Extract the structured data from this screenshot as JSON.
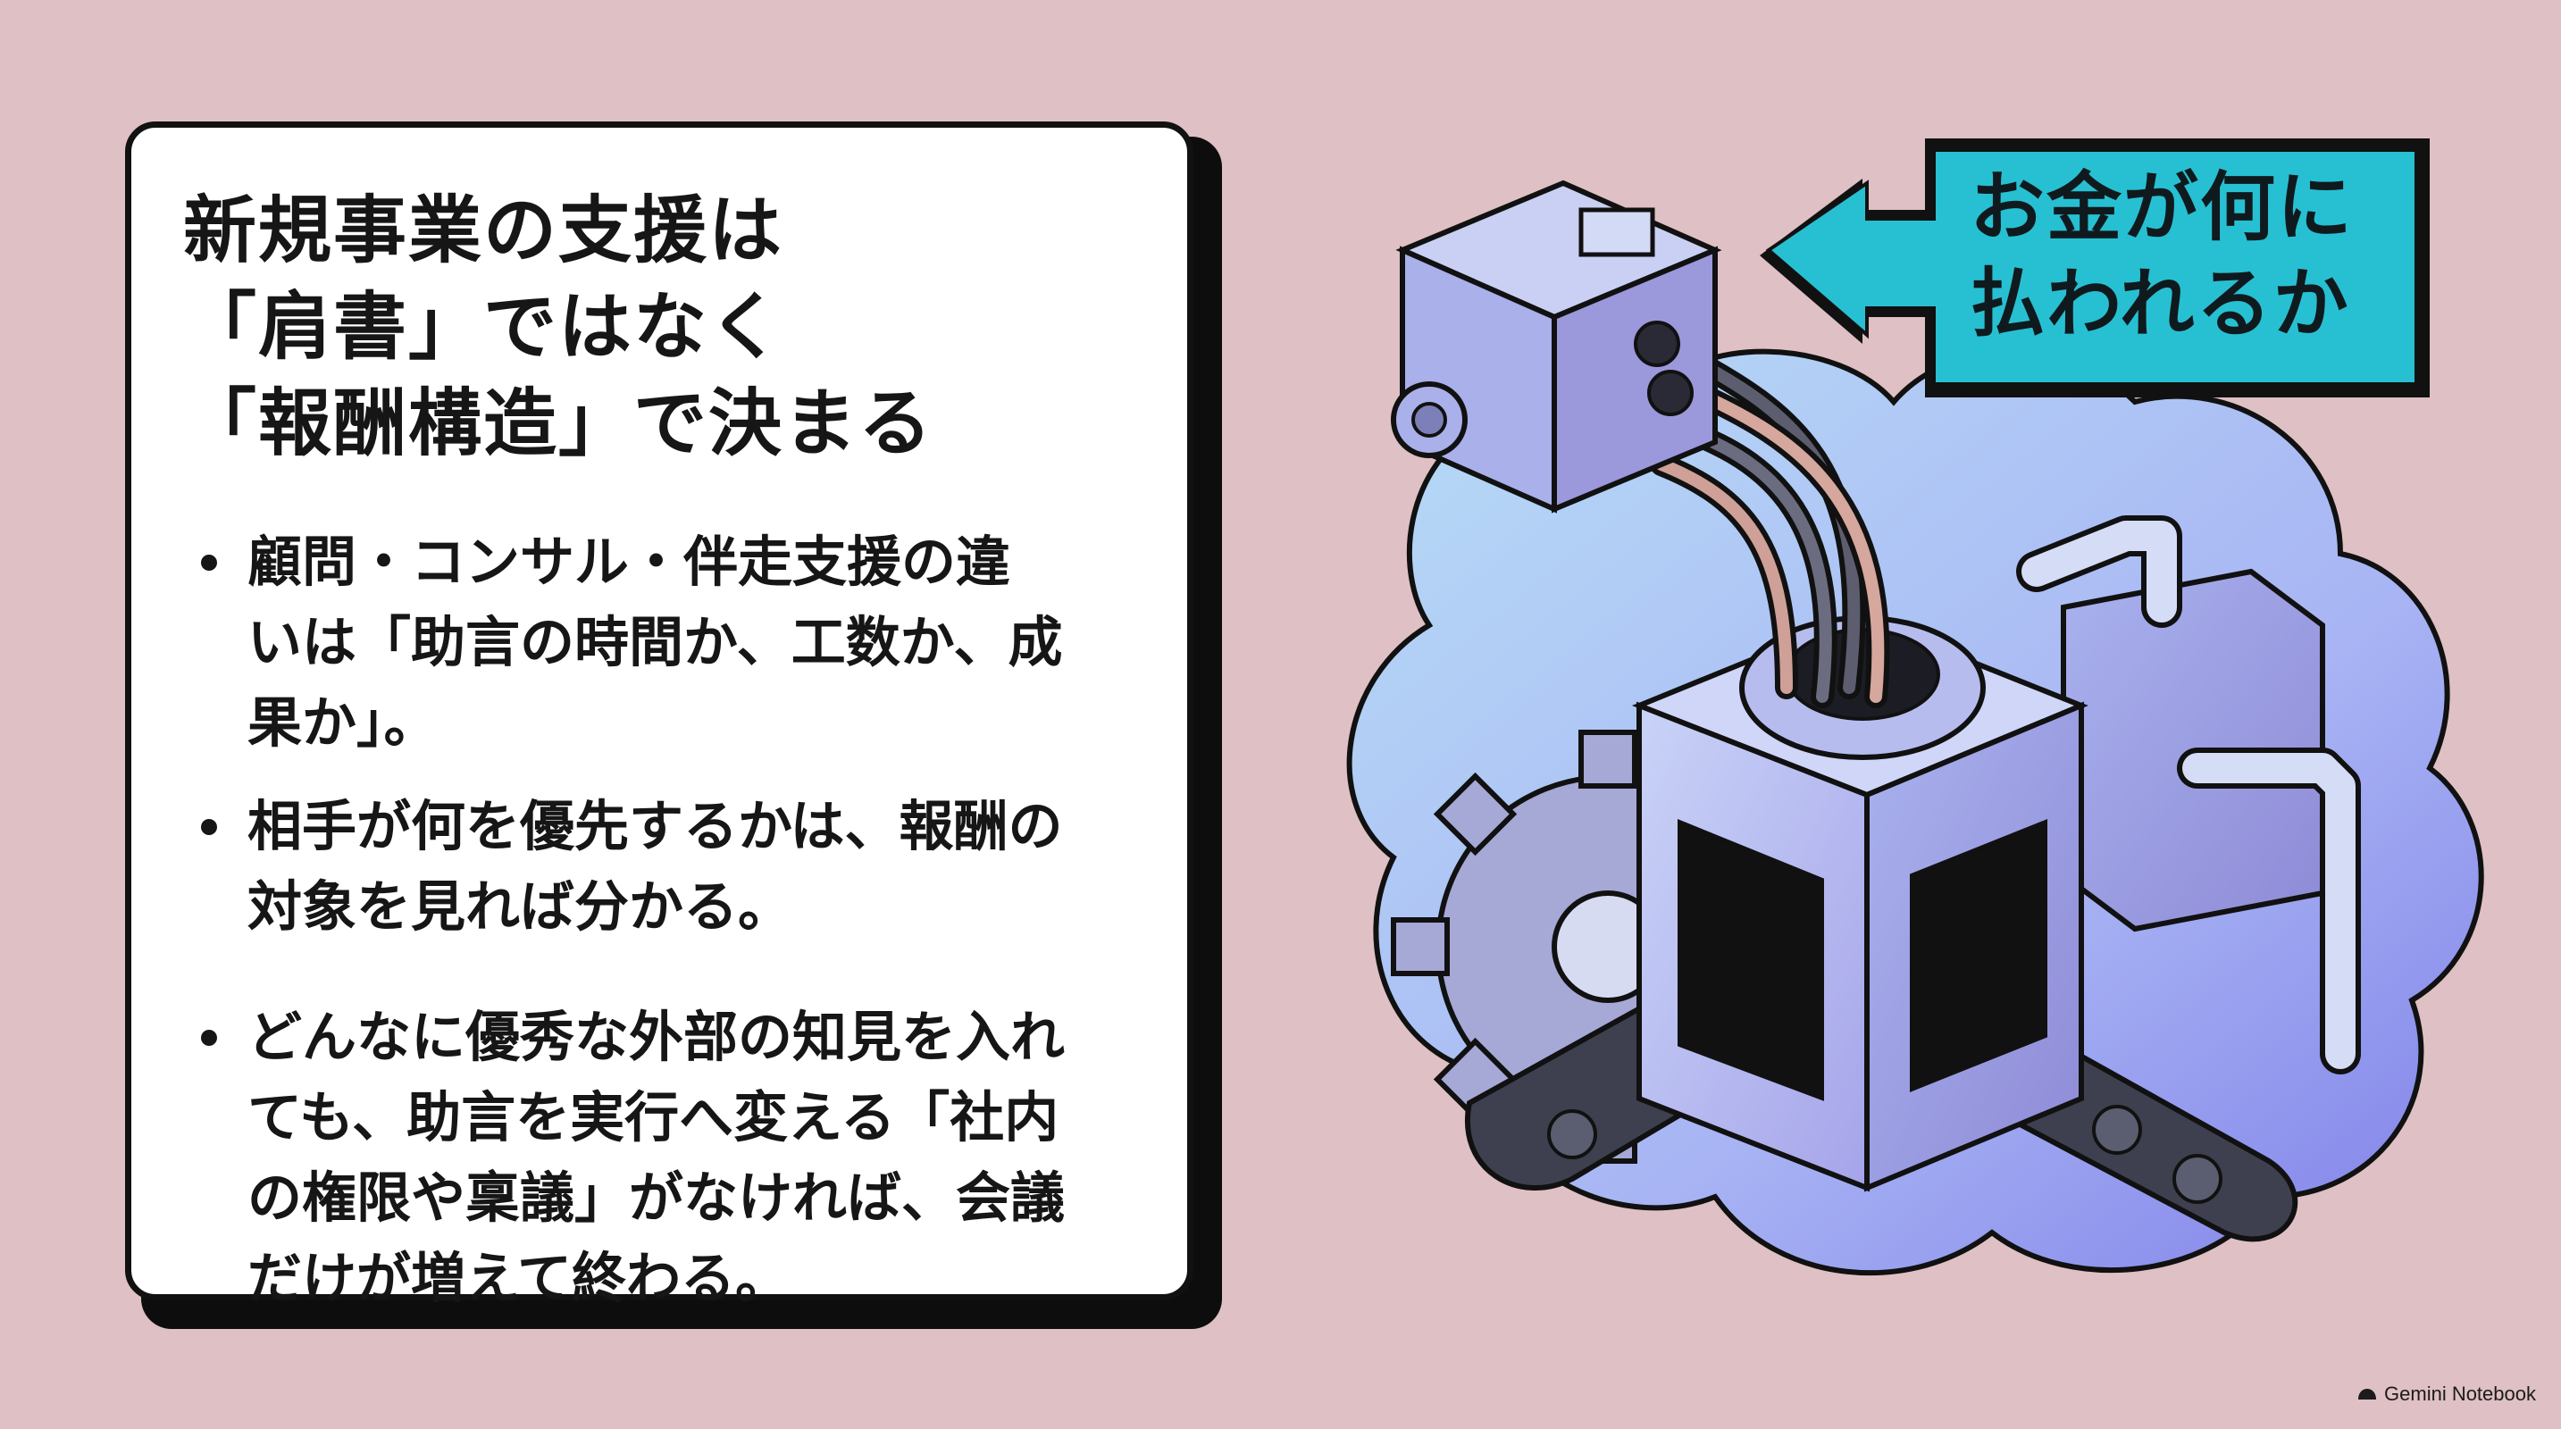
{
  "card": {
    "title_lines": [
      "新規事業の支援は",
      "「肩書」ではなく",
      "「報酬構造」で決まる"
    ],
    "bullets": [
      {
        "lines": [
          "顧問・コンサル・伴走支援の違",
          "いは「助言の時間か、工数か、成",
          "果か」。"
        ]
      },
      {
        "lines": [
          "相手が何を優先するかは、報酬の",
          "対象を見れば分かる。"
        ]
      },
      {
        "lines": [
          "どんなに優秀な外部の知見を入れ",
          "ても、助言を実行へ変える「社内",
          "の権限や稟議」がなければ、会議",
          "だけが増えて終わる。"
        ]
      }
    ]
  },
  "callout": {
    "lines": [
      "お金が何に",
      "払われるか"
    ],
    "color": "#27c0d2"
  },
  "illustration": {
    "subject": "machine-with-conveyor-belts",
    "colors": {
      "cloud": "#a7b8f3",
      "machine": "#b9bbee",
      "belt": "#3e404f"
    }
  },
  "brand": {
    "label": "Gemini Notebook",
    "icon": "notebook-icon"
  }
}
